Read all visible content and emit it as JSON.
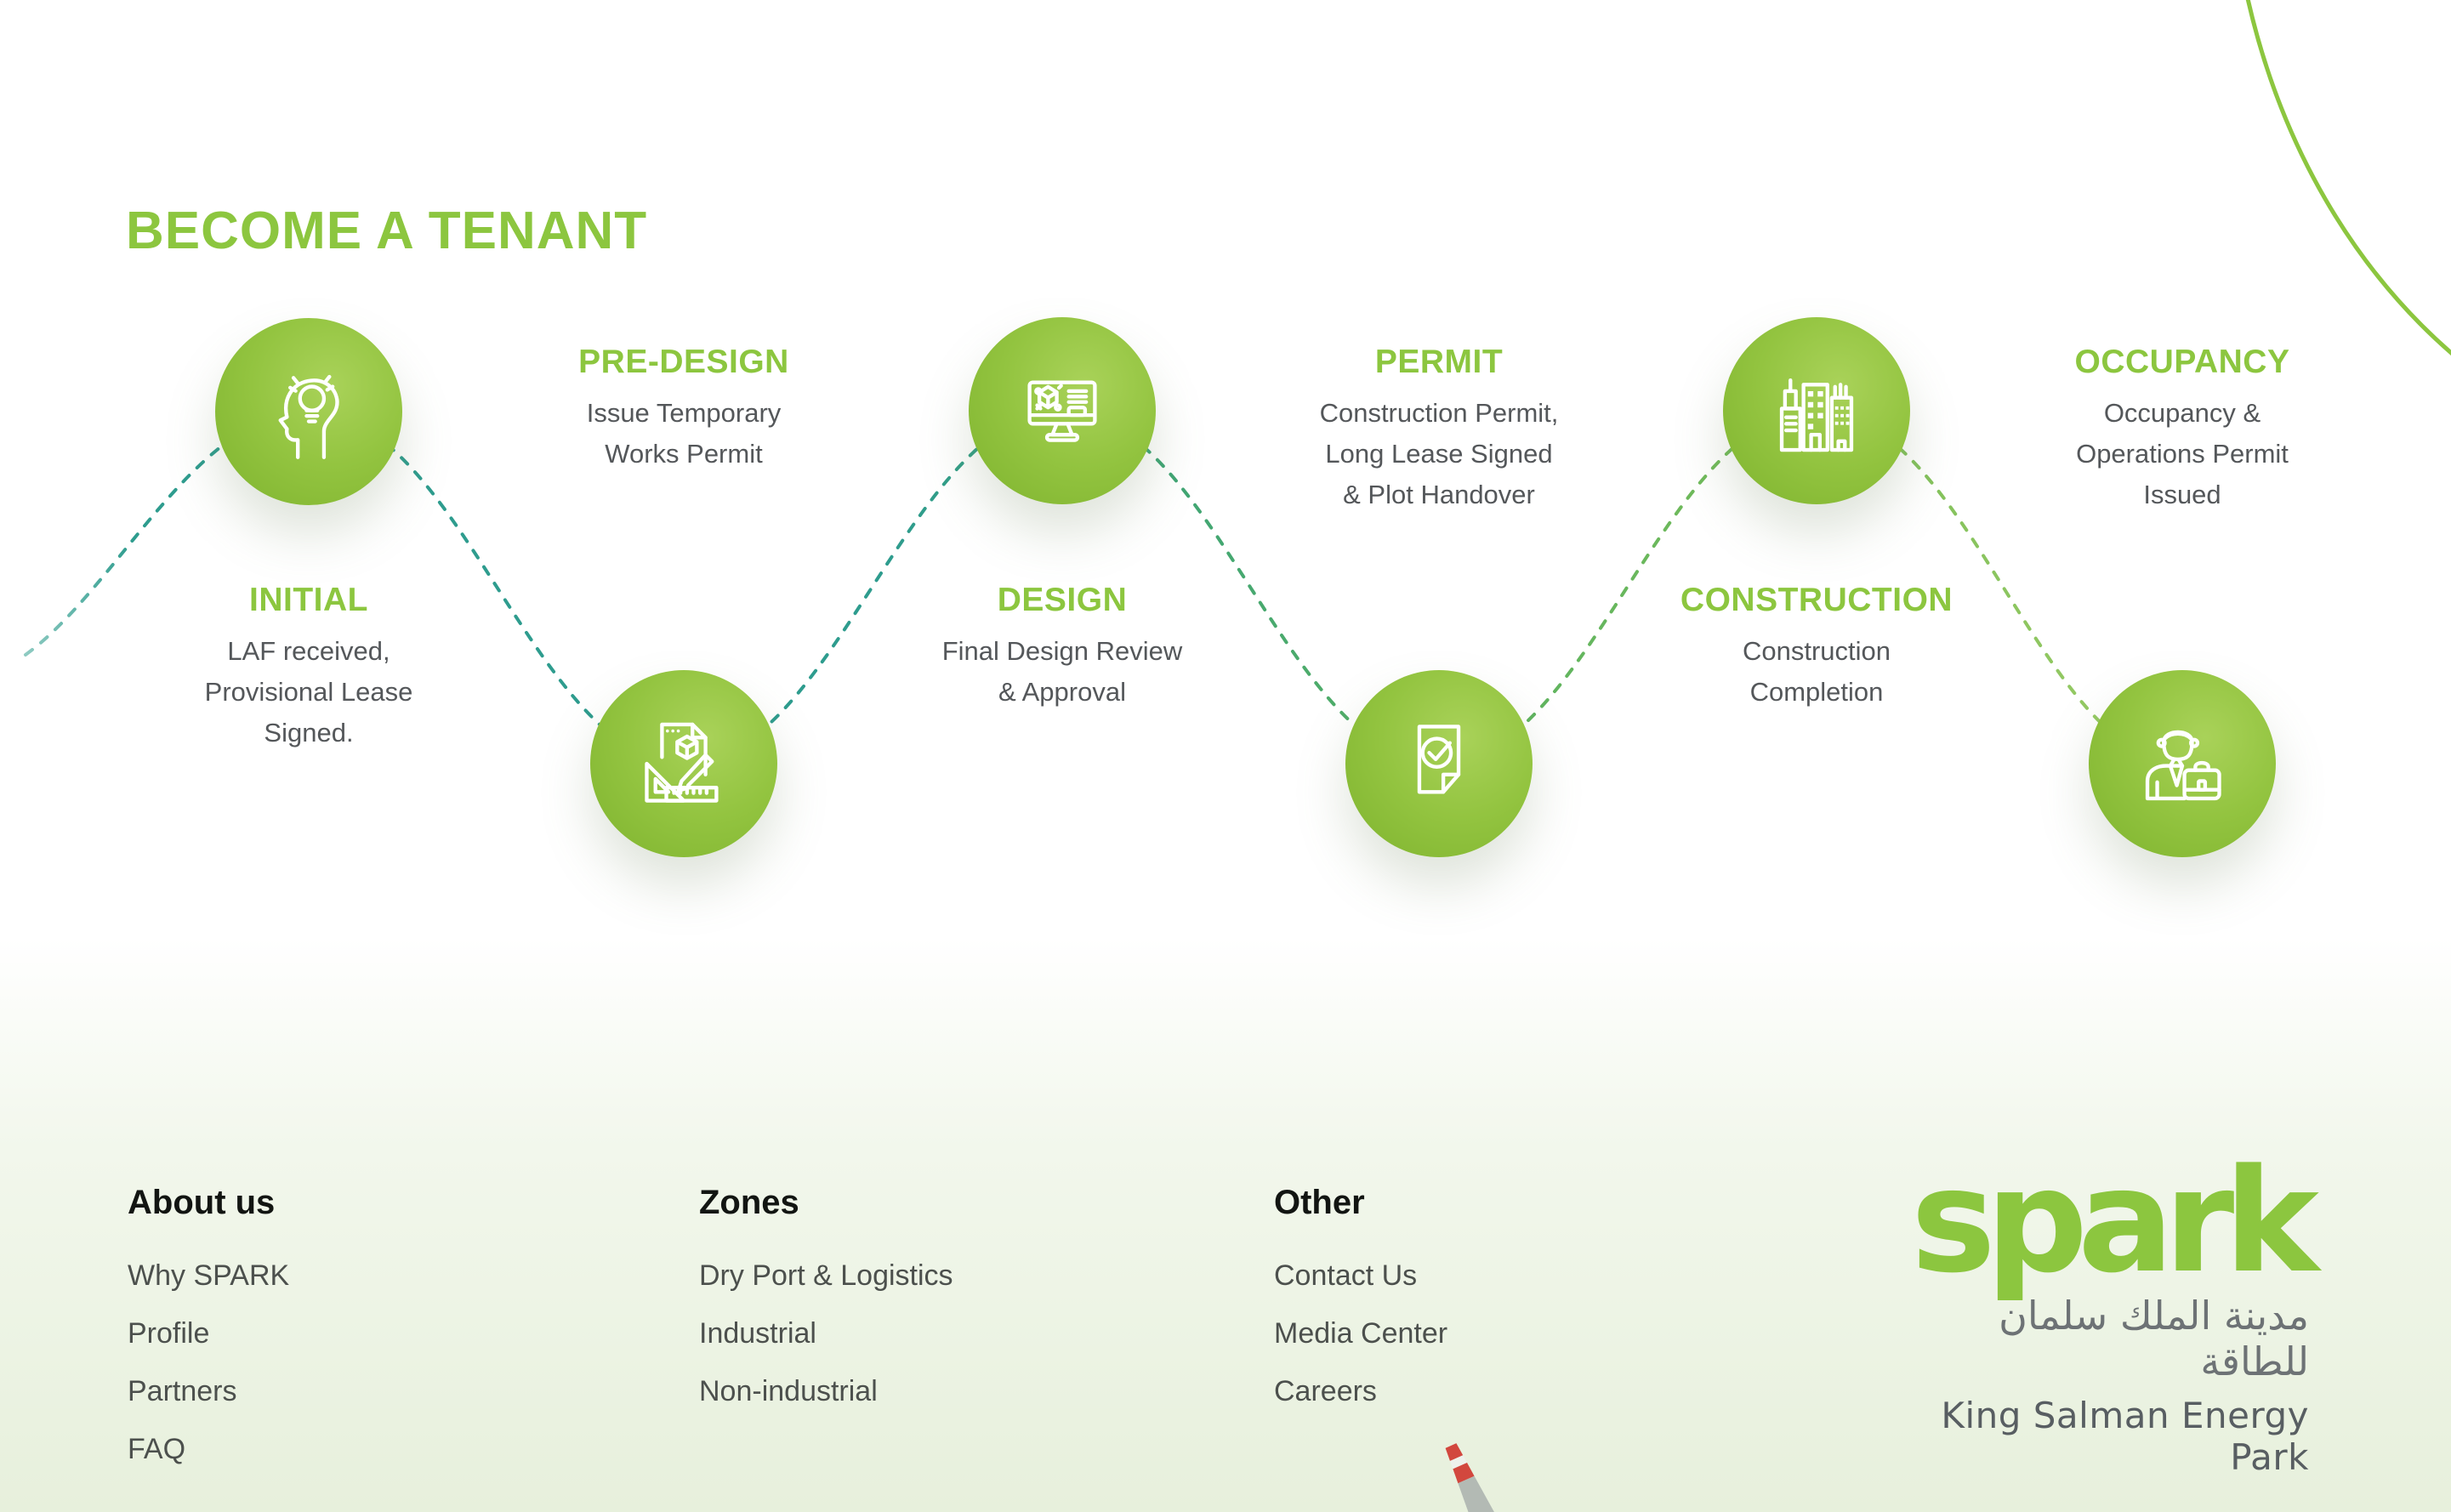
{
  "page": {
    "title": "BECOME A TENANT"
  },
  "colors": {
    "brand_green": "#8CC63F",
    "path_teal": "#2E9C8E",
    "path_green": "#9CCC66",
    "body_text_gray": "#54575A",
    "footer_background": "#E7F0DC"
  },
  "steps": [
    {
      "id": "initial",
      "label": "INITIAL",
      "description": "LAF received, Provisional Lease Signed.",
      "icon": "head-idea-icon",
      "circle_position": "top"
    },
    {
      "id": "pre-design",
      "label": "PRE-DESIGN",
      "description": "Issue Temporary Works Permit",
      "icon": "drafting-tools-icon",
      "circle_position": "bottom"
    },
    {
      "id": "design",
      "label": "DESIGN",
      "description": "Final Design Review & Approval",
      "icon": "cad-monitor-icon",
      "circle_position": "top"
    },
    {
      "id": "permit",
      "label": "PERMIT",
      "description": "Construction Permit, Long Lease Signed & Plot Handover",
      "icon": "approved-document-icon",
      "circle_position": "bottom"
    },
    {
      "id": "construction",
      "label": "CONSTRUCTION",
      "description": "Construction Completion",
      "icon": "buildings-icon",
      "circle_position": "top"
    },
    {
      "id": "occupancy",
      "label": "OCCUPANCY",
      "description": "Occupancy & Operations  Permit Issued",
      "icon": "businessman-icon",
      "circle_position": "bottom"
    }
  ],
  "footer": {
    "columns": [
      {
        "heading": "About us",
        "links": [
          "Why SPARK",
          "Profile",
          "Partners",
          "FAQ"
        ]
      },
      {
        "heading": "Zones",
        "links": [
          "Dry Port & Logistics",
          "Industrial",
          "Non-industrial"
        ]
      },
      {
        "heading": "Other",
        "links": [
          "Contact Us",
          "Media Center",
          "Careers"
        ]
      }
    ],
    "logo": {
      "wordmark": "spark",
      "arabic": "مدينة الملك سلمان للطاقة",
      "english": "King Salman Energy Park"
    }
  }
}
